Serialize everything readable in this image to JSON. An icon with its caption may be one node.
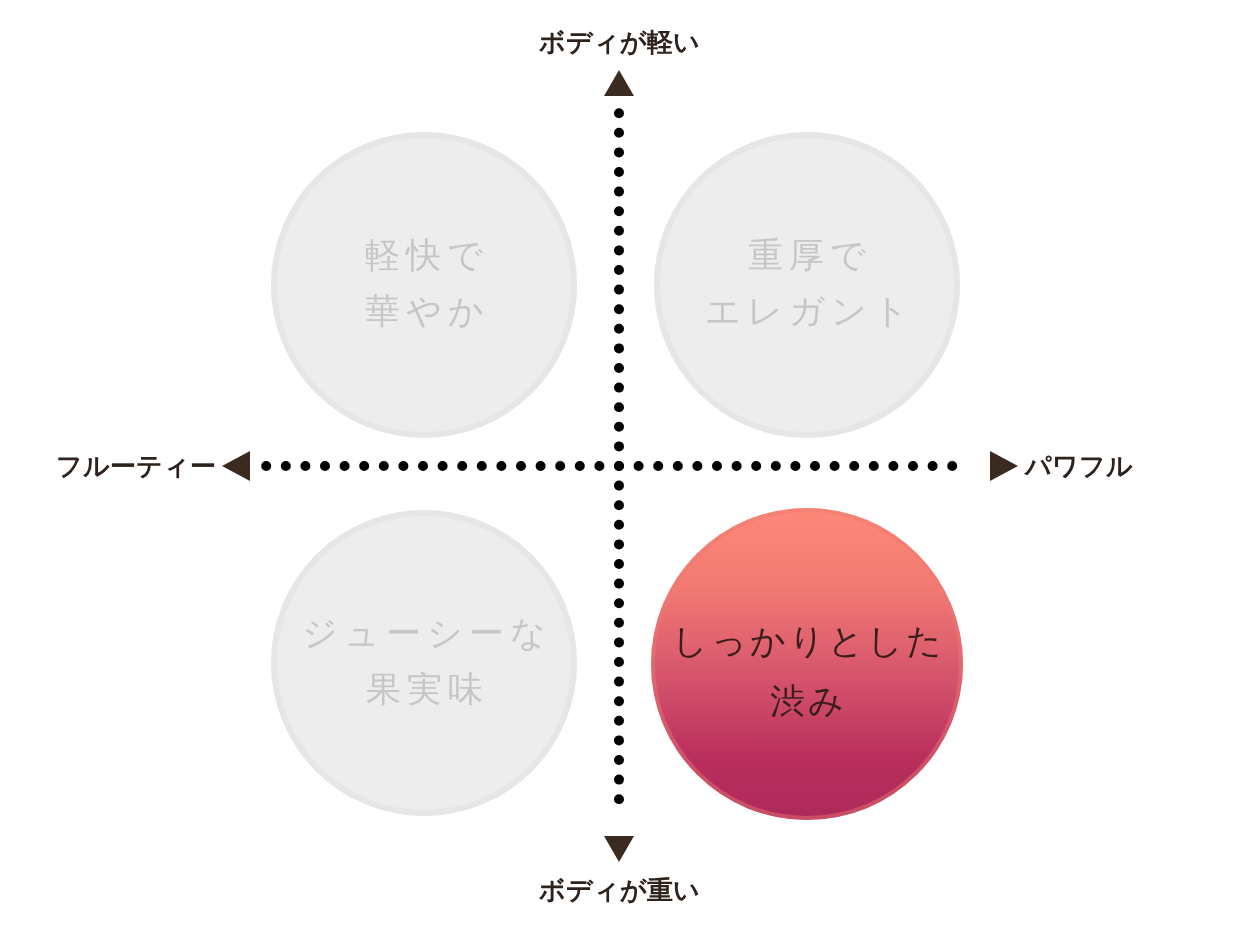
{
  "diagram": {
    "nodes": [
      {
        "text": [
          "軽快で華やか"
        ]
      },
      {
        "text": [
          "重厚でエレガント"
        ]
      },
      {
        "text": [
          "ジューシーな果実味"
        ]
      },
      {
        "text": [
          "しっかりとした渋み"
        ]
      }
    ],
    "labels": [
      "ボディが軽い",
      "フルーティー",
      "パワフル",
      "ボディが重い"
    ]
  }
}
